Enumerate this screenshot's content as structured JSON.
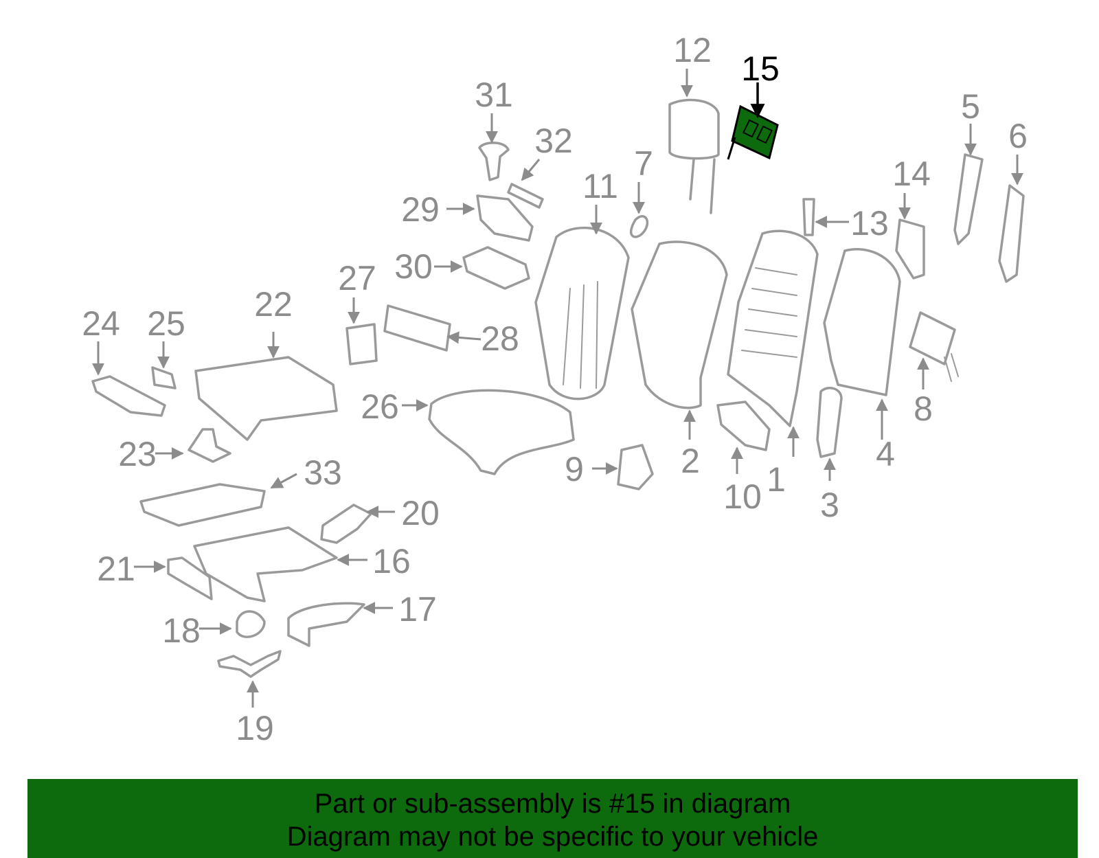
{
  "highlight": {
    "part_number": "15",
    "fill_color": "#0d6b0d"
  },
  "callouts": [
    {
      "id": "c1",
      "label": "1"
    },
    {
      "id": "c2",
      "label": "2"
    },
    {
      "id": "c3",
      "label": "3"
    },
    {
      "id": "c4",
      "label": "4"
    },
    {
      "id": "c5",
      "label": "5"
    },
    {
      "id": "c6",
      "label": "6"
    },
    {
      "id": "c7",
      "label": "7"
    },
    {
      "id": "c8",
      "label": "8"
    },
    {
      "id": "c9",
      "label": "9"
    },
    {
      "id": "c10",
      "label": "10"
    },
    {
      "id": "c11",
      "label": "11"
    },
    {
      "id": "c12",
      "label": "12"
    },
    {
      "id": "c13",
      "label": "13"
    },
    {
      "id": "c14",
      "label": "14"
    },
    {
      "id": "c15",
      "label": "15"
    },
    {
      "id": "c16",
      "label": "16"
    },
    {
      "id": "c17",
      "label": "17"
    },
    {
      "id": "c18",
      "label": "18"
    },
    {
      "id": "c19",
      "label": "19"
    },
    {
      "id": "c20",
      "label": "20"
    },
    {
      "id": "c21",
      "label": "21"
    },
    {
      "id": "c22",
      "label": "22"
    },
    {
      "id": "c23",
      "label": "23"
    },
    {
      "id": "c24",
      "label": "24"
    },
    {
      "id": "c25",
      "label": "25"
    },
    {
      "id": "c26",
      "label": "26"
    },
    {
      "id": "c27",
      "label": "27"
    },
    {
      "id": "c28",
      "label": "28"
    },
    {
      "id": "c29",
      "label": "29"
    },
    {
      "id": "c30",
      "label": "30"
    },
    {
      "id": "c31",
      "label": "31"
    },
    {
      "id": "c32",
      "label": "32"
    },
    {
      "id": "c33",
      "label": "33"
    }
  ],
  "banner": {
    "line1": "Part or sub-assembly is #15 in diagram",
    "line2": "Diagram may not be specific to your vehicle",
    "background_color": "#0d6b0d"
  }
}
